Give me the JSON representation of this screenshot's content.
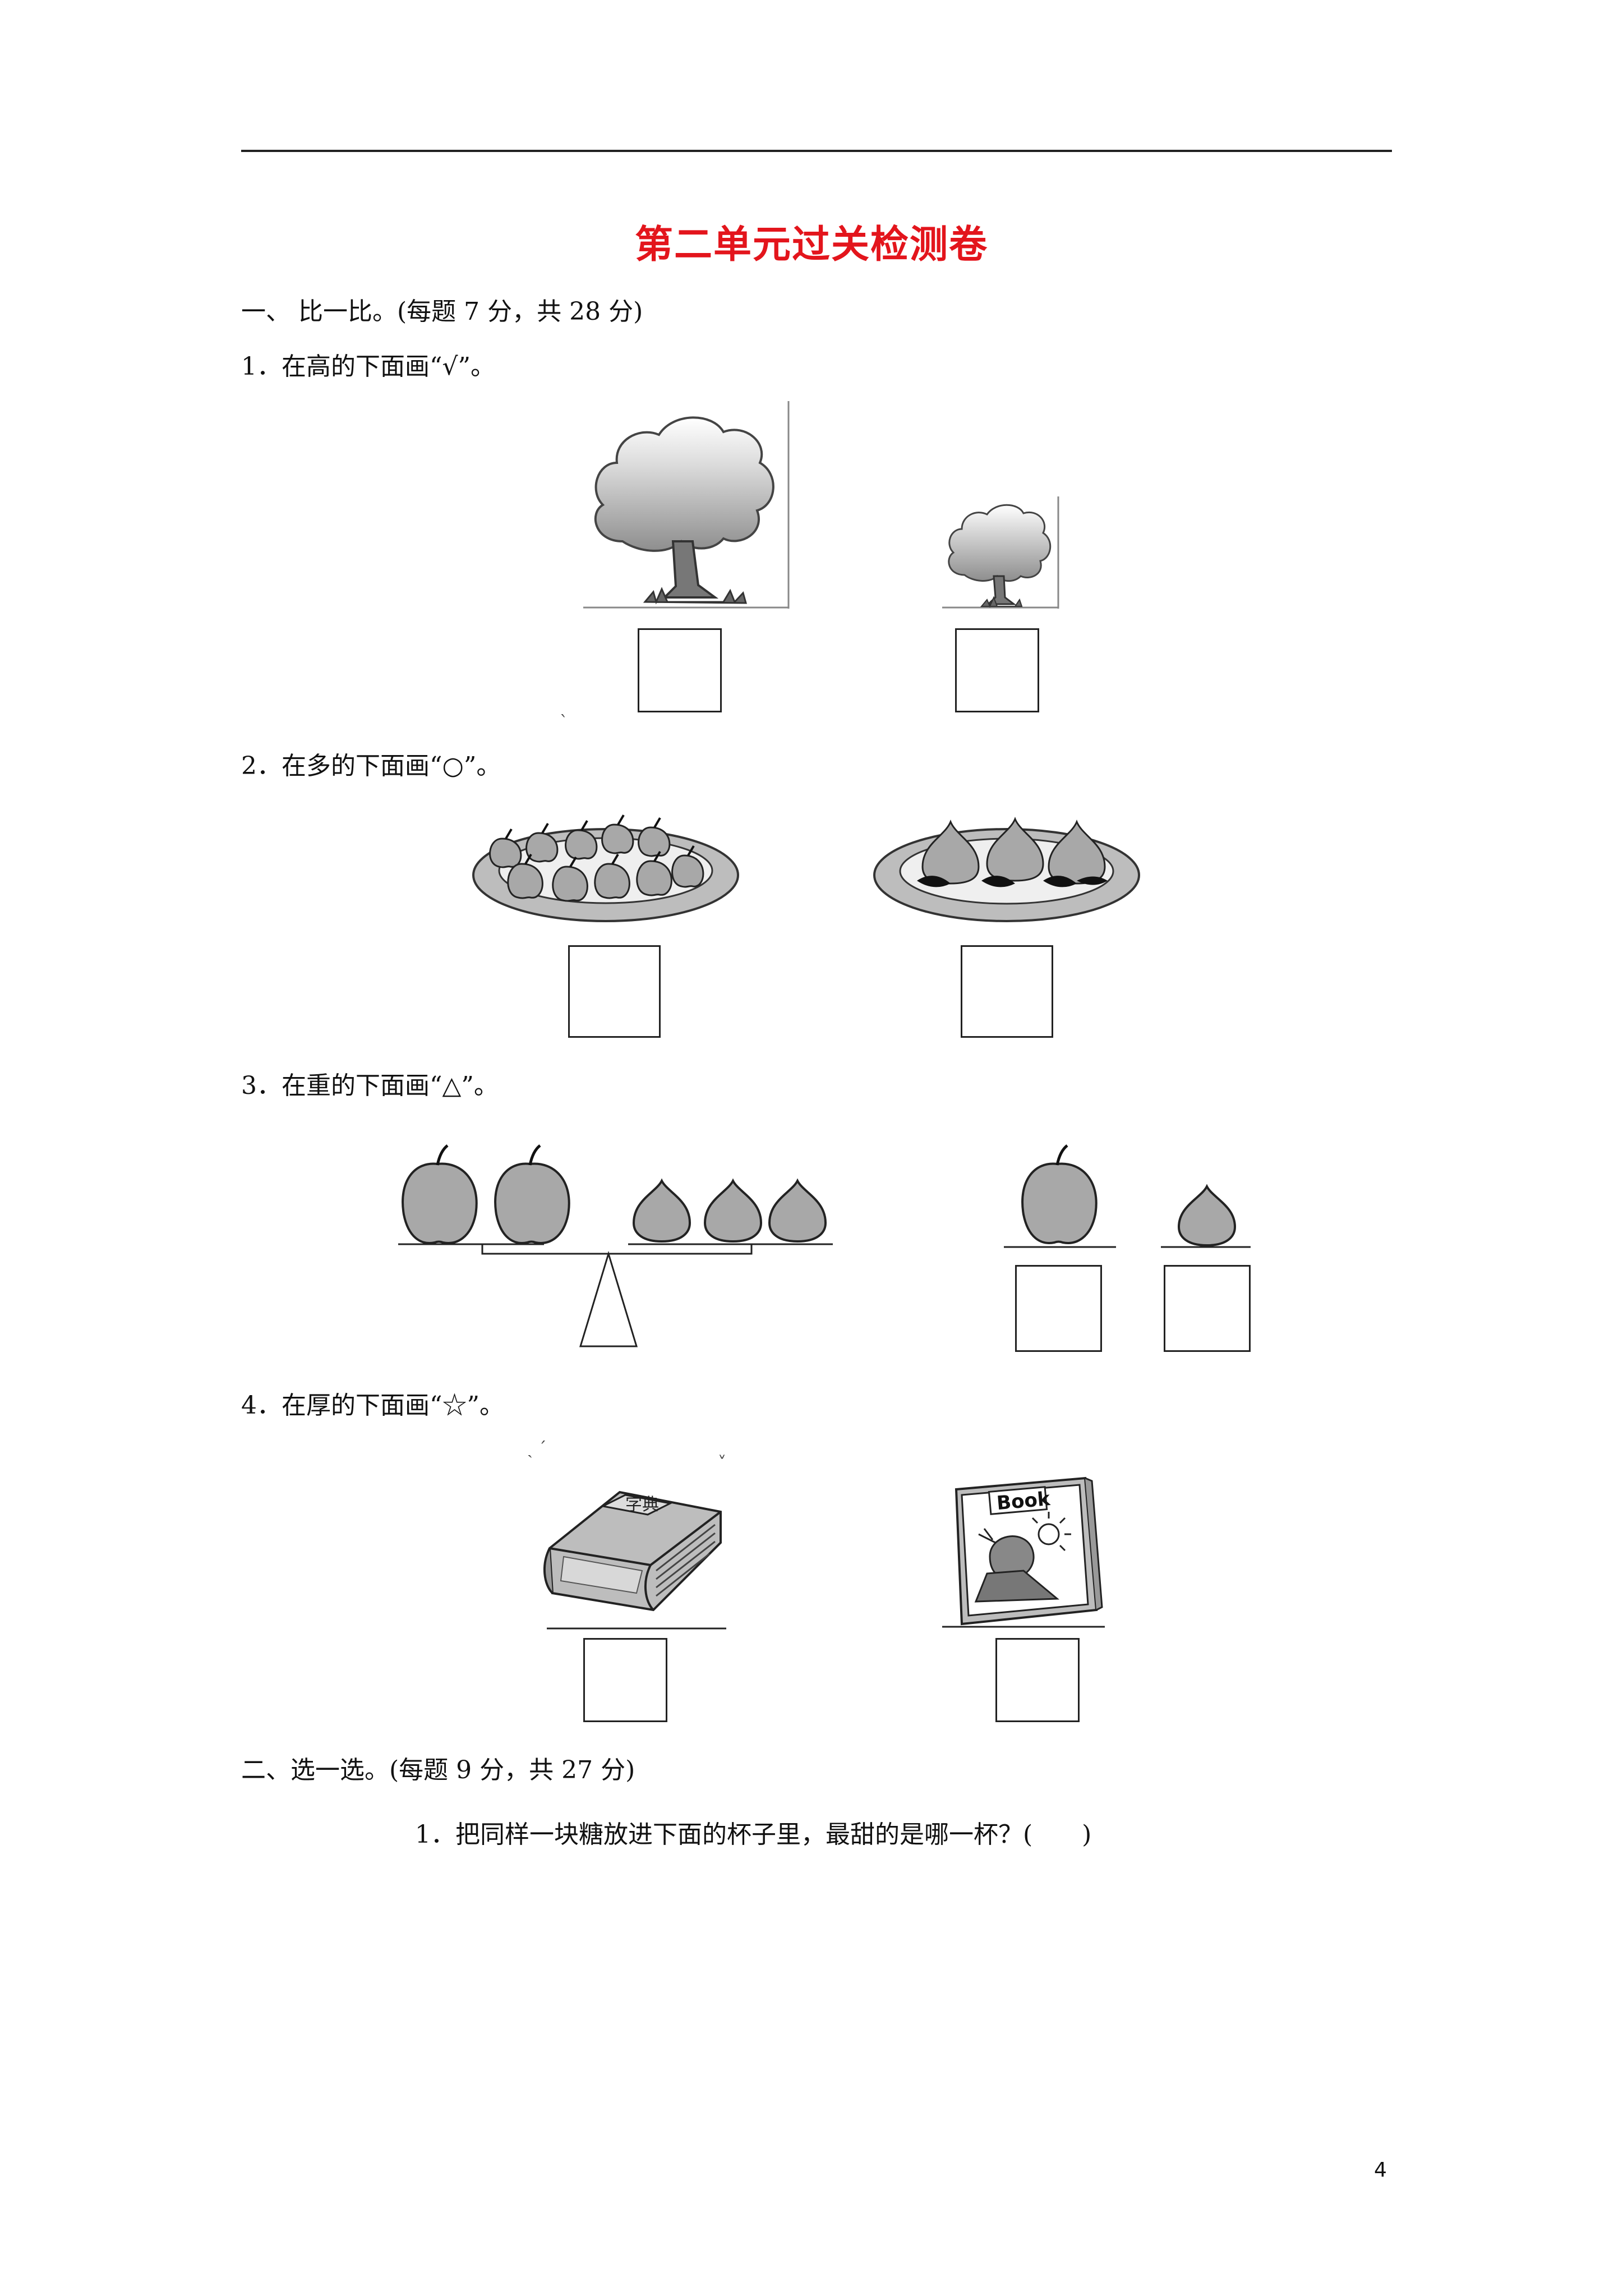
{
  "title": "第二单元过关检测卷",
  "section1": {
    "heading": "一、  比一比。(每题 7 分，共 28 分)",
    "q1": "1．在高的下面画“√”。",
    "q2": "2．在多的下面画“○”。",
    "q3": "3．在重的下面画“△”。",
    "q4": "4．在厚的下面画“☆”。"
  },
  "section2": {
    "heading": "二、选一选。(每题 9 分，共 27 分)",
    "q1": "1．把同样一块糖放进下面的杯子里，最甜的是哪一杯？(　　)"
  },
  "illustrations": {
    "dictionary_cover": "字典",
    "book_cover": "Book"
  },
  "page_number": "4"
}
